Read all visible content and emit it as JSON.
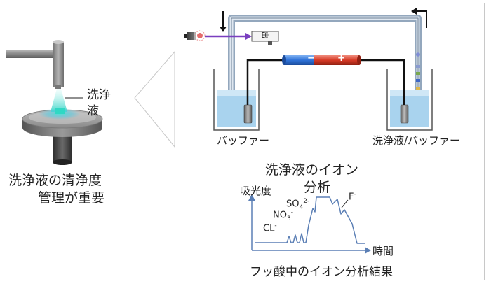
{
  "left": {
    "nozzle_label_1": "洗浄",
    "nozzle_label_2": "液",
    "caption_line1": "洗浄液の清浄度",
    "caption_line2": "管理が重要"
  },
  "right": {
    "detector_label": "出",
    "polarity_minus": "−",
    "polarity_plus": "+",
    "buffer_left": "バッファー",
    "buffer_right": "洗浄液/バッファー",
    "title_line1": "洗浄液のイオン",
    "title_line2": "分析"
  },
  "graph": {
    "ylabel": "吸光度",
    "xlabel": "時間",
    "peaks": {
      "cl": "CL",
      "no3": "NO",
      "no3_sub": "3",
      "so4": "SO",
      "so4_sub": "4",
      "so4_sup": "2-",
      "f": "F",
      "minus": "-"
    },
    "caption": "フッ酸中のイオン分析結果"
  },
  "colors": {
    "capillary_outer": "#9fb0c4",
    "capillary_inner": "#dfe7f0",
    "liquid": "#a9d3ee",
    "electrode_blue": "#2f73d8",
    "electrode_red": "#d63a26",
    "axis": "#5b7fb5",
    "spray": "#3ad6c8"
  }
}
